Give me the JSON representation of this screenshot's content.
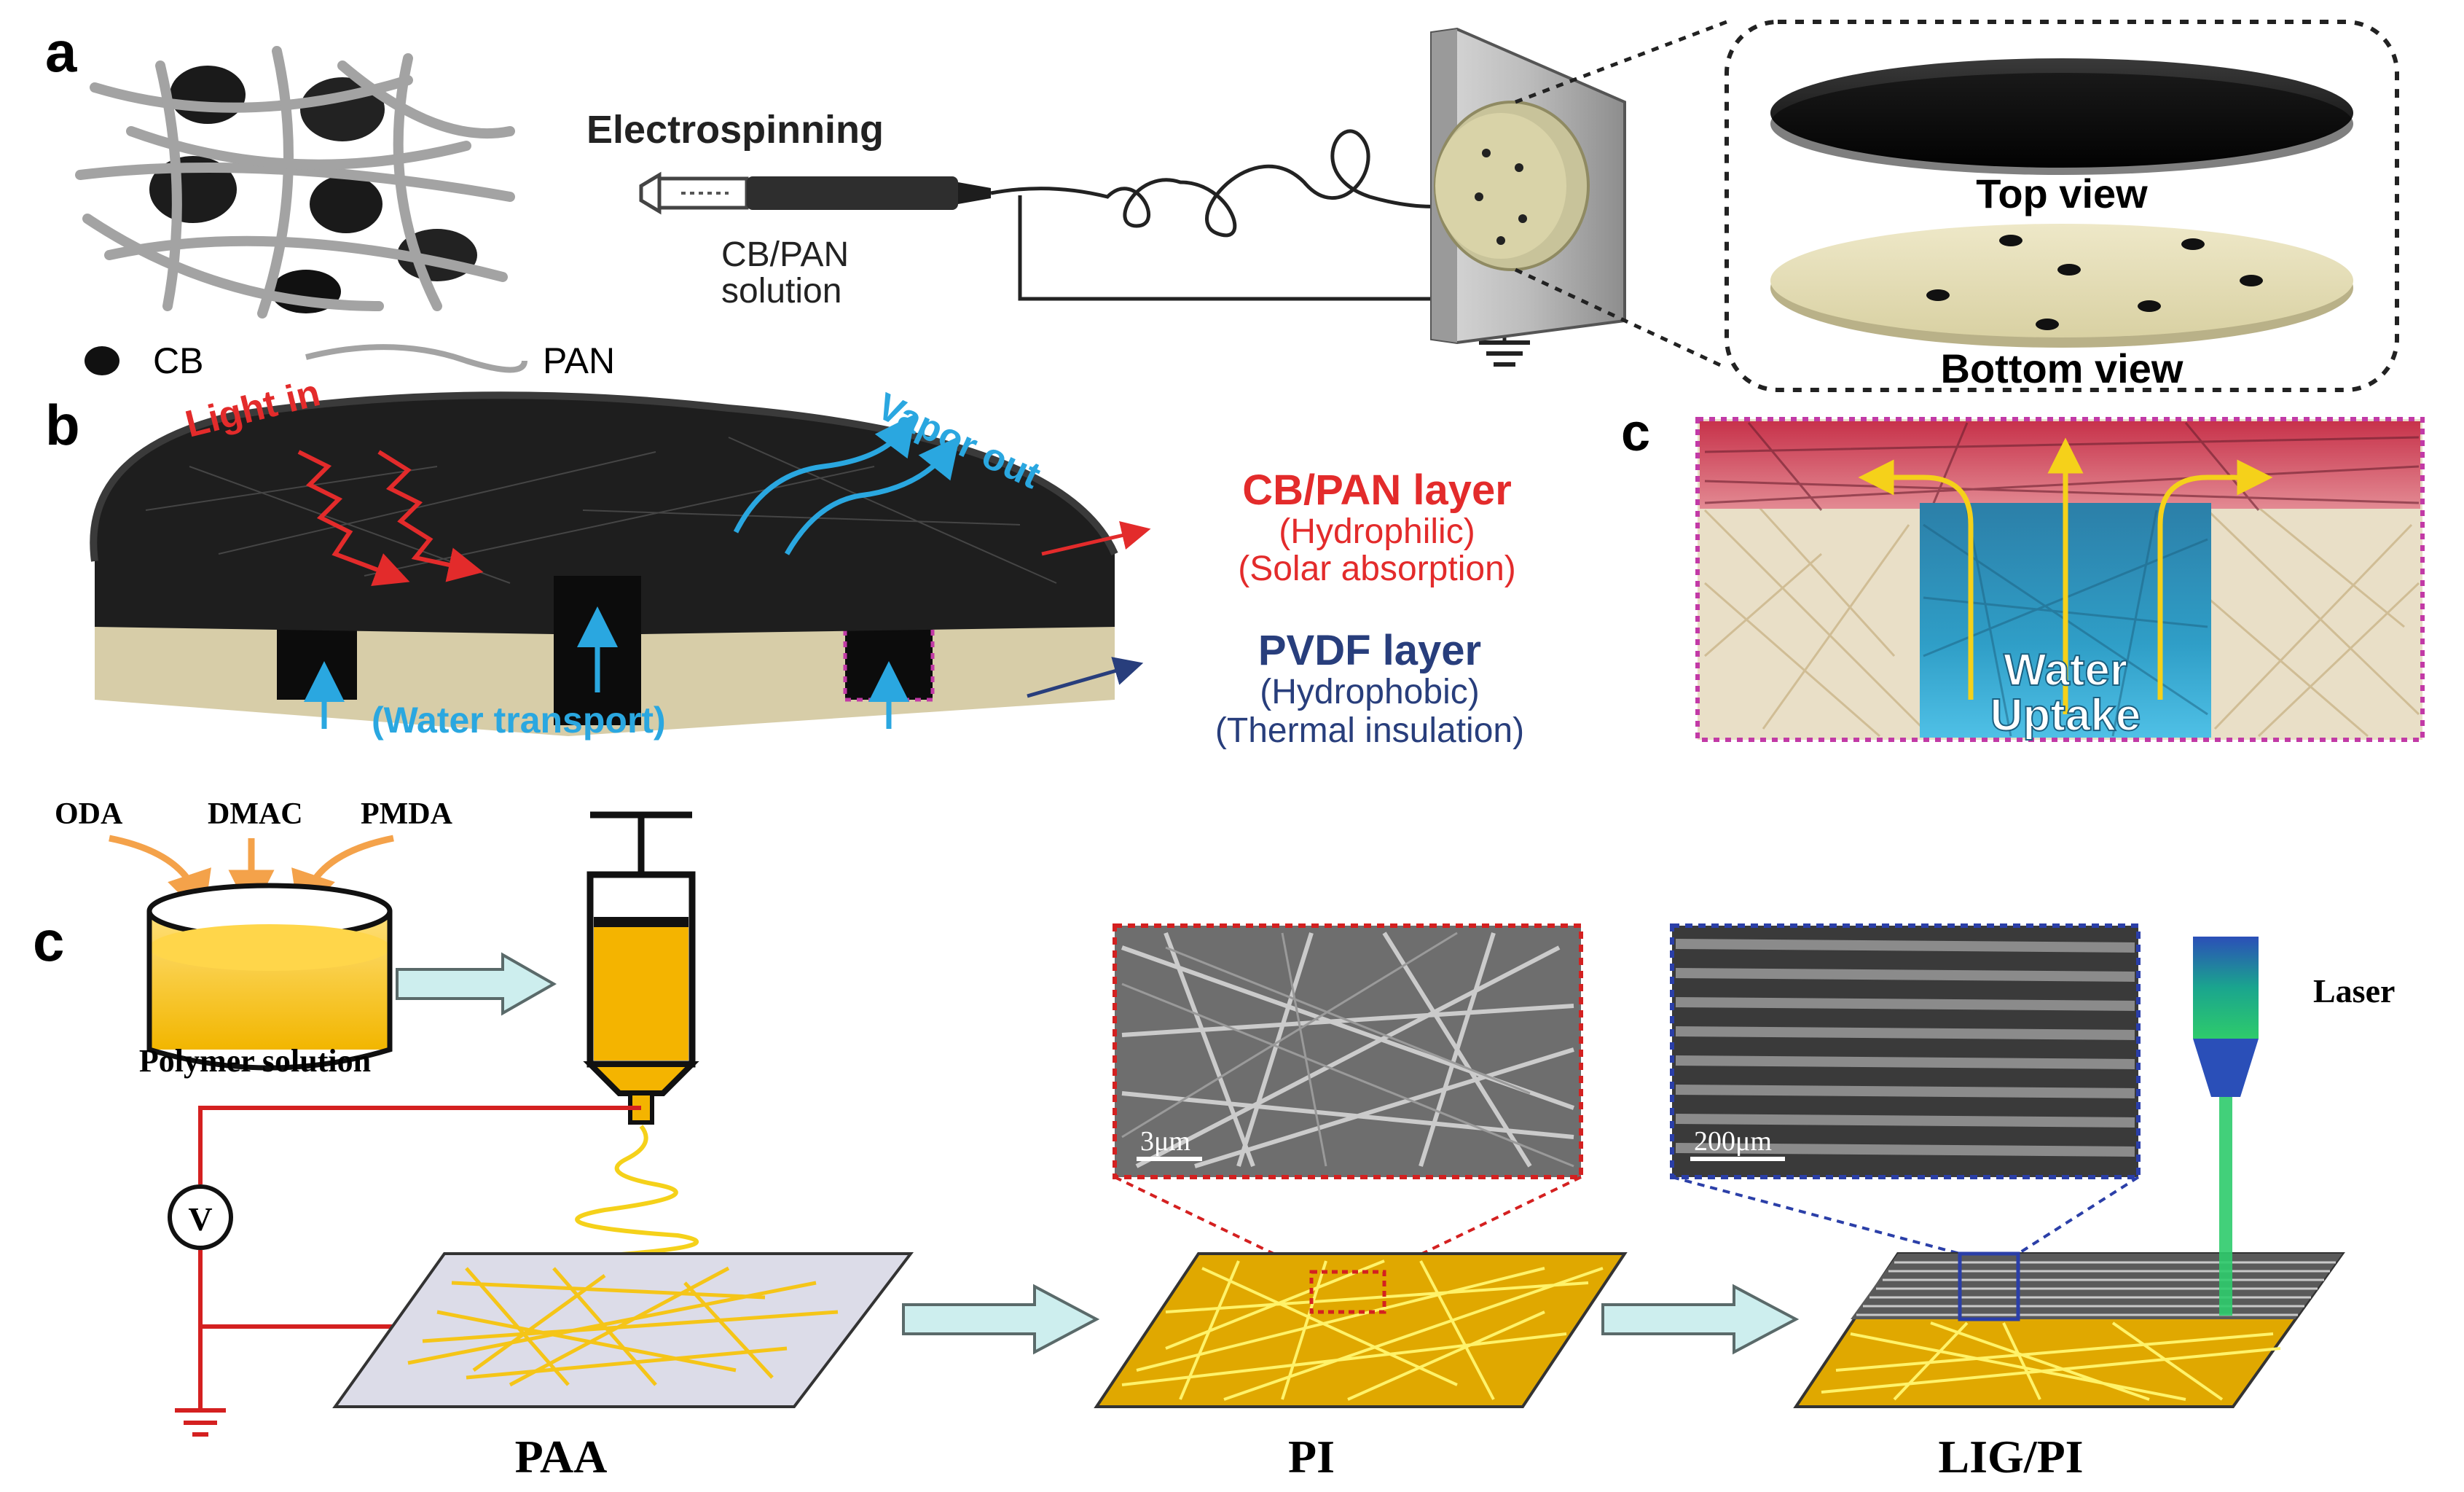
{
  "panel_a": {
    "label": "a",
    "process": "Electrospinning",
    "solution_line1": "CB/PAN",
    "solution_line2": "solution",
    "legend_cb": "CB",
    "legend_pan": "PAN",
    "top_view": "Top view",
    "bottom_view": "Bottom view"
  },
  "panel_b": {
    "label": "b",
    "light_in": "Light in",
    "vapor_out": "Vapor out",
    "top_layer": "CB/PAN layer",
    "top_layer_prop1": "(Hydrophilic)",
    "top_layer_prop2": "(Solar absorption)",
    "bottom_layer": "PVDF layer",
    "bottom_layer_prop1": "(Hydrophobic)",
    "bottom_layer_prop2": "(Thermal insulation)",
    "transport": "(Water transport)"
  },
  "panel_c_top": {
    "label": "c",
    "water_line1": "Water",
    "water_line2": "Uptake"
  },
  "panel_c_bottom": {
    "label": "c",
    "oda": "ODA",
    "dmac": "DMAC",
    "pmda": "PMDA",
    "solution": "Polymer solution",
    "voltage": "V",
    "scale_pi": "3μm",
    "scale_lig": "200μm",
    "laser": "Laser",
    "paa": "PAA",
    "pi": "PI",
    "lig": "LIG/PI"
  },
  "colors": {
    "red": "#e32b2b",
    "cyan": "#2aa7e0",
    "navy": "#283e7c",
    "yellow": "#f5d11a",
    "orange": "#f4a24a",
    "wire": "#d42020"
  }
}
